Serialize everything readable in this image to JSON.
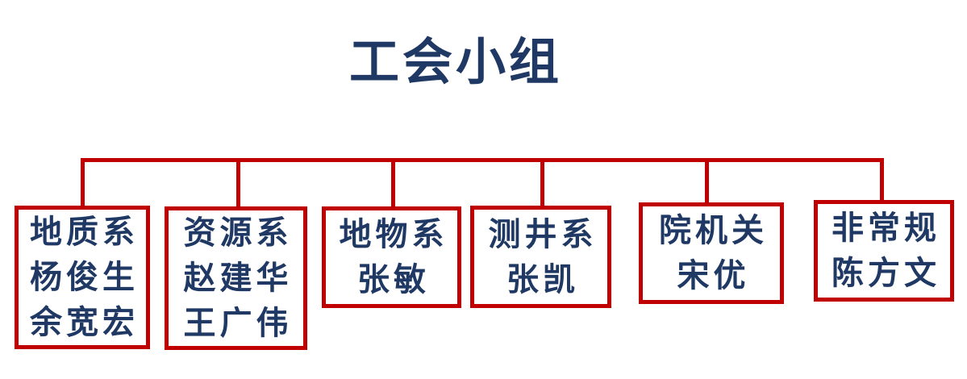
{
  "title": "工会小组",
  "colors": {
    "line_red": "#c00000",
    "text_navy": "#1f3864",
    "background": "#ffffff"
  },
  "groups": [
    {
      "department": "地质系",
      "lines": [
        "地质系",
        "杨俊生",
        "余宽宏"
      ]
    },
    {
      "department": "资源系",
      "lines": [
        "资源系",
        "赵建华",
        "王广伟"
      ]
    },
    {
      "department": "地物系",
      "lines": [
        "地物系",
        "张敏"
      ]
    },
    {
      "department": "测井系",
      "lines": [
        "测井系",
        "张凯"
      ]
    },
    {
      "department": "院机关",
      "lines": [
        "院机关",
        "宋优"
      ]
    },
    {
      "department": "非常规",
      "lines": [
        "非常规",
        "陈方文"
      ]
    }
  ]
}
